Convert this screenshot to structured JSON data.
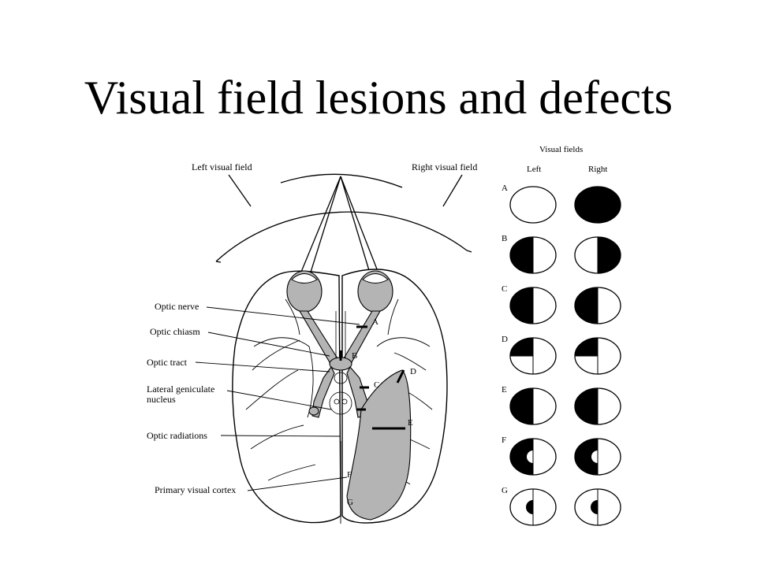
{
  "title": "Visual field lesions and defects",
  "diagram": {
    "left_visual_field": "Left visual field",
    "right_visual_field": "Right visual field",
    "structures": {
      "optic_nerve": "Optic nerve",
      "optic_chiasm": "Optic chiasm",
      "optic_tract": "Optic tract",
      "lgn_line1": "Lateral geniculate",
      "lgn_line2": "nucleus",
      "optic_radiations": "Optic radiations",
      "primary_visual_cortex": "Primary visual cortex"
    },
    "lesion_markers": {
      "a": "A",
      "b": "B",
      "c": "C",
      "d": "D",
      "e": "E",
      "f": "F",
      "g": "G"
    }
  },
  "fields_panel": {
    "heading": "Visual fields",
    "left_label": "Left",
    "right_label": "Right",
    "rows": [
      {
        "letter": "A",
        "left": "none",
        "right": "full"
      },
      {
        "letter": "B",
        "left": "left-half",
        "right": "right-half"
      },
      {
        "letter": "C",
        "left": "left-half",
        "right": "left-half"
      },
      {
        "letter": "D",
        "left": "upper-left-quadrant",
        "right": "upper-left-quadrant"
      },
      {
        "letter": "E",
        "left": "left-half",
        "right": "left-half"
      },
      {
        "letter": "F",
        "left": "left-half-macular-sparing",
        "right": "left-half-macular-sparing"
      },
      {
        "letter": "G",
        "left": "left-central-spot",
        "right": "left-central-spot"
      }
    ]
  },
  "colors": {
    "pathway_fill": "#b4b4b4",
    "defect_fill": "#000000",
    "line": "#000000"
  }
}
